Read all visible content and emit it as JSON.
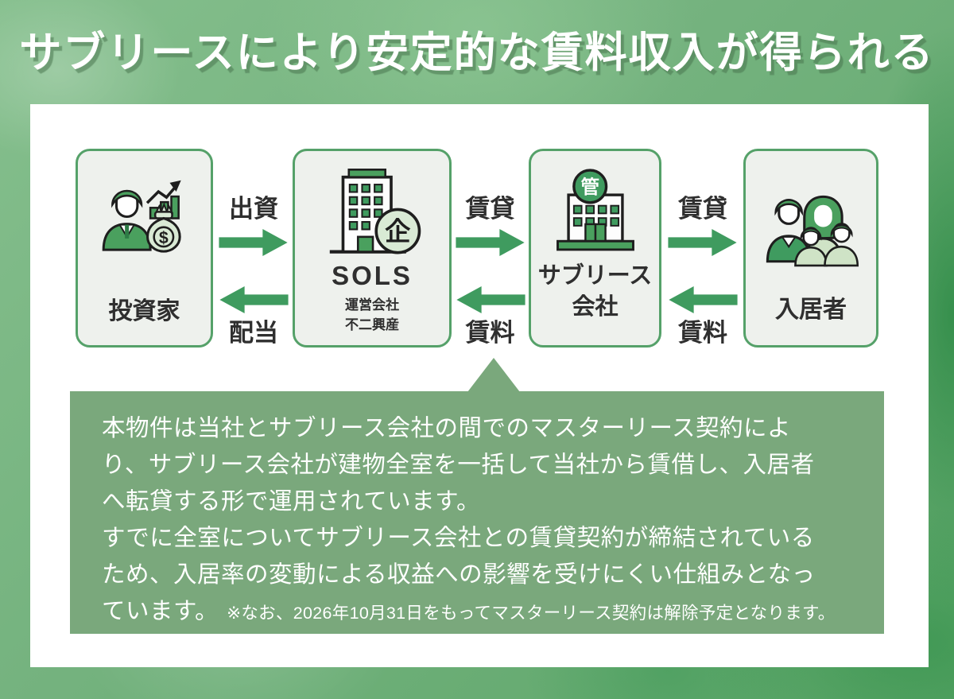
{
  "title": "サブリースにより安定的な賃料収入が得られる",
  "diagram": {
    "boxes": {
      "investor": {
        "label": "投資家"
      },
      "sols": {
        "name": "SOLS",
        "sub": "運営会社\n不二興産",
        "badge": "企"
      },
      "sublease": {
        "label": "サブリース\n会社",
        "badge": "管"
      },
      "tenant": {
        "label": "入居者"
      }
    },
    "money_symbol": "$",
    "flows": [
      {
        "top_label": "出資",
        "bottom_label": "配当"
      },
      {
        "top_label": "賃貸",
        "bottom_label": "賃料"
      },
      {
        "top_label": "賃貸",
        "bottom_label": "賃料"
      }
    ]
  },
  "note_box": {
    "body": "本物件は当社とサブリース会社の間でのマスターリース契約によ\nり、サブリース会社が建物全室を一括して当社から賃借し、入居者\nへ転貸する形で運用されています。\nすでに全室についてサブリース会社との賃貸契約が締結されている\nため、入居率の変動による収益への影響を受けにくい仕組みとなっ\nています。",
    "footnote": "※なお、2026年10月31日をもってマスターリース契約は解除予定となります。"
  },
  "colors": {
    "arrow_green": "#3f9b5f",
    "border_green": "#55a169",
    "box_fill": "#eef1ed",
    "note_green": "#7aa87c",
    "background_green": "#6fb27a",
    "title_shadow_green": "#48744e",
    "text_dark": "#2f2f2f",
    "icon_light_green": "#d9ead5"
  }
}
